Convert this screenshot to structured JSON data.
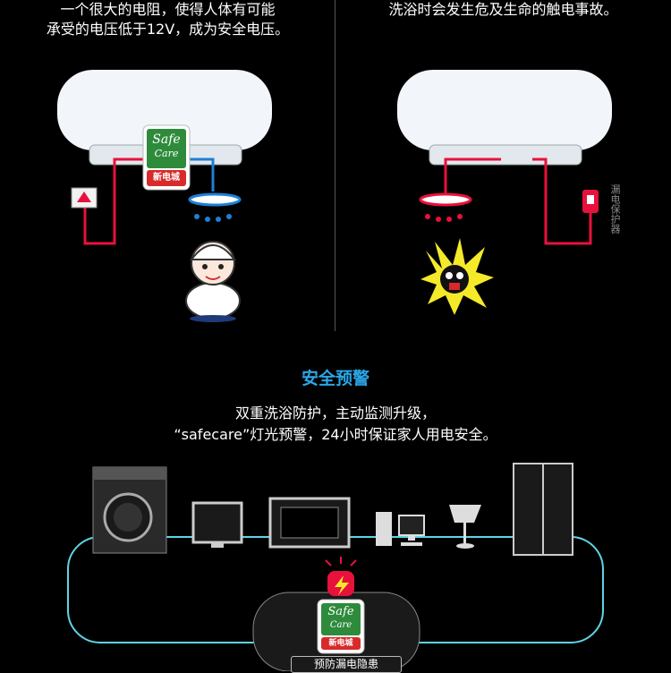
{
  "left_panel": {
    "caption_line1": "一个很大的电阻，使得人体有可能",
    "caption_line2": "承受的电压低于12V，成为安全电压。",
    "badge_top": "Safe",
    "badge_bottom": "Care",
    "badge_brand": "新电城"
  },
  "right_panel": {
    "caption": "洗浴时会发生危及生命的触电事故。",
    "side_label": "漏电保护器"
  },
  "warning_section": {
    "title": "安全预警",
    "line1": "双重洗浴防护，主动监测升级，",
    "line2": "“safecare”灯光预警，24小时保证家人用电安全。"
  },
  "device_badge": {
    "badge_top": "Safe",
    "badge_bottom": "Care",
    "badge_brand": "新电城",
    "caption": "预防漏电隐患"
  },
  "colors": {
    "title_blue": "#2aa7e8",
    "wire_red": "#e8113c",
    "wire_blue": "#1e7fd6",
    "loop_cyan": "#5fd4e6",
    "badge_green": "#2e8b3c"
  }
}
